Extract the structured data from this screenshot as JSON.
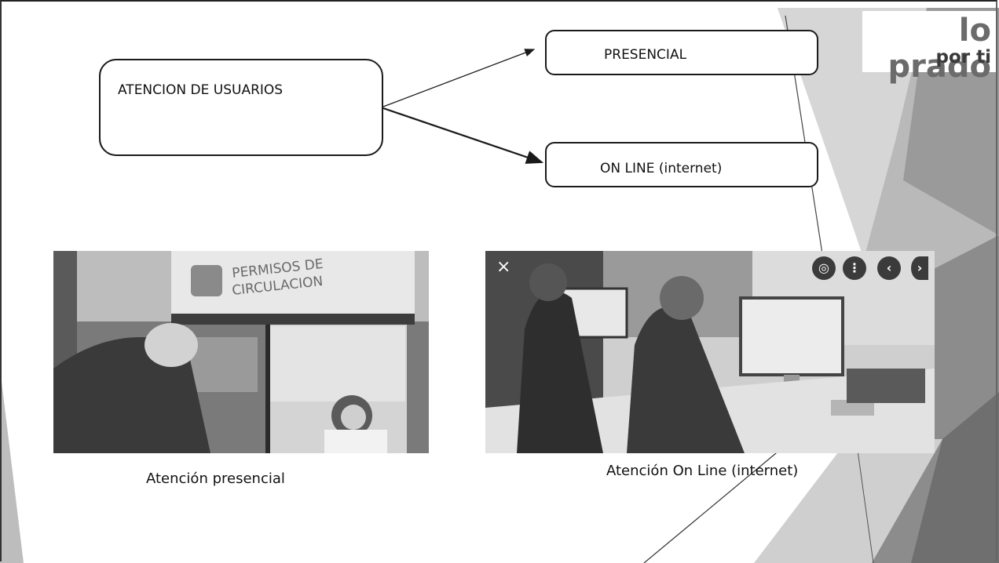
{
  "diagram": {
    "root_label": "ATENCION DE USUARIOS",
    "branch_presencial_label": "PRESENCIAL",
    "branch_online_label": "ON LINE (internet)"
  },
  "logo": {
    "line1": "lo prado",
    "line2": "por ti"
  },
  "photos": {
    "left_sign_text_line1": "PERMISOS DE",
    "left_sign_text_line2": "CIRCULACION",
    "left_caption": "Atención presencial",
    "right_caption": "Atención On Line (internet)"
  },
  "viewer_controls": {
    "close_glyph": "×",
    "lens_glyph": "◎",
    "more_glyph": "⋮",
    "prev_glyph": "‹",
    "next_glyph": "›"
  },
  "colors": {
    "line": "#1a1a1a",
    "background_shape_dark": "#8a8a8a",
    "background_shape_light": "#c8c8c8"
  }
}
